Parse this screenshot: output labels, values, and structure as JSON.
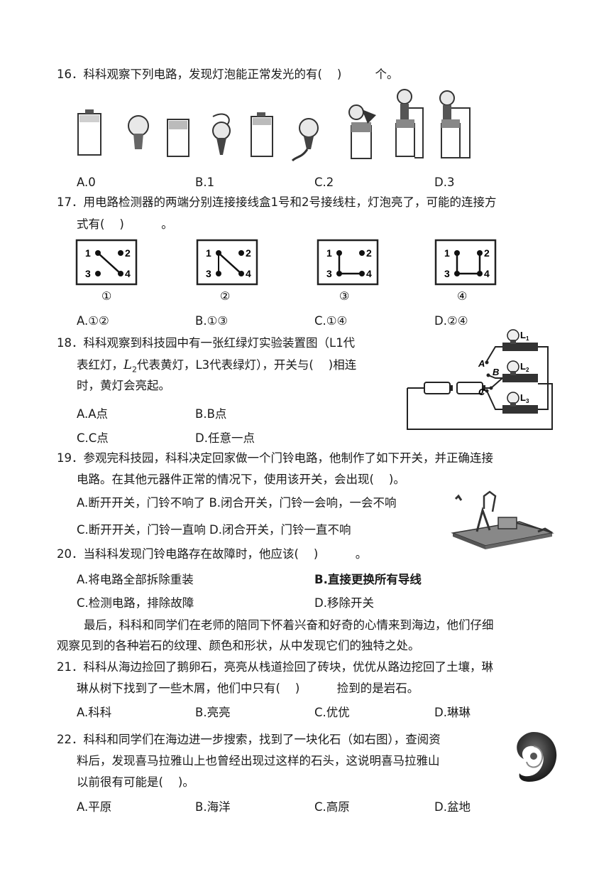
{
  "q16": {
    "stem": "16．科科观察下列电路，发现灯泡能正常发光的有(    )         个。",
    "options": [
      "A.0",
      "B.1",
      "C.2",
      "D.3"
    ]
  },
  "q17": {
    "stem_line1": "17．用电路检测器的两端分别连接接线盒1号和2号接线柱，灯泡亮了，可能的连接方",
    "stem_line2": "式有(    )          。",
    "box_terminals": [
      "1",
      "2",
      "3",
      "4"
    ],
    "box_labels": [
      "①",
      "②",
      "③",
      "④"
    ],
    "options": [
      "A.①②",
      "B.①③",
      "C.①④",
      "D.②④"
    ]
  },
  "q18": {
    "line1": "18．科科观察到科技园中有一张红绿灯实验装置图（L1代",
    "line2a": "表红灯，",
    "line2_l": "L",
    "line2_sub": "2",
    "line2b": "代表黄灯，L3代表绿灯），开关与(    )相连",
    "line3": "时，黄灯会亮起。",
    "options": [
      "A.A点",
      "B.B点",
      "C.C点",
      "D.任意一点"
    ],
    "fig_labels": {
      "a": "A",
      "b": "B",
      "c": "C",
      "l": "L",
      "s1": "1",
      "s2": "2",
      "s3": "3"
    }
  },
  "q19": {
    "line1": "19．参观完科技园，科科决定回家做一个门铃电路，他制作了如下开关，并正确连接",
    "line2": "电路。在其他元器件正常的情况下，使用该开关，会出现(    )。",
    "optAB": "A.断开开关，门铃不响了 B.闭合开关，门铃一会响，一会不响",
    "optCD": "C.断开开关，门铃一直响 D.闭合开关，门铃一直不响"
  },
  "q20": {
    "stem": "20．当科科发现门铃电路存在故障时，他应该(    )          。",
    "options": [
      "A.将电路全部拆除重装",
      "B.直接更换所有导线",
      "C.检测电路，排除故障",
      "D.移除开关"
    ]
  },
  "para": {
    "line1": "最后，科科和同学们在老师的陪同下怀着兴奋和好奇的心情来到海边，他们仔细",
    "line2": "观察见到的各种岩石的纹理、颜色和形状，从中发现它们的独特之处。"
  },
  "q21": {
    "line1": "21．科科从海边捡回了鹅卵石，亮亮从栈道捡回了砖块，优优从路边挖回了土壤，琳",
    "line2": "琳从树下找到了一些木屑，他们中只有(    )          捡到的是岩石。",
    "options": [
      "A.科科",
      "B.亮亮",
      "C.优优",
      "D.琳琳"
    ]
  },
  "q22": {
    "line1": "22．科科和同学们在海边进一步搜索，找到了一块化石（如右图），查阅资",
    "line2": "料后，发现喜马拉雅山上也曾经出现过这样的石头，这说明喜马拉雅山",
    "line3": "以前很有可能是(    )。",
    "options": [
      "A.平原",
      "B.海洋",
      "C.高原",
      "D.盆地"
    ]
  }
}
